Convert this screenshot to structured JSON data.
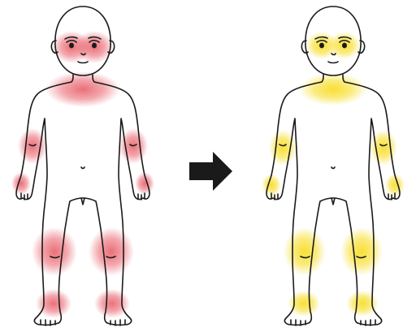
{
  "figures": [
    {
      "id": "before",
      "highlight_color": "#e8606a",
      "state": "inflamed"
    },
    {
      "id": "after",
      "highlight_color": "#f7de2a",
      "state": "resolving"
    }
  ],
  "arrow": {
    "icon": "right-arrow-icon",
    "color": "#1a1a1a"
  },
  "highlighted_regions": [
    "cheeks",
    "neck",
    "elbows",
    "wrists",
    "knees",
    "ankles"
  ],
  "colors": {
    "outline": "#1a1a1a",
    "skin": "#ffffff"
  }
}
